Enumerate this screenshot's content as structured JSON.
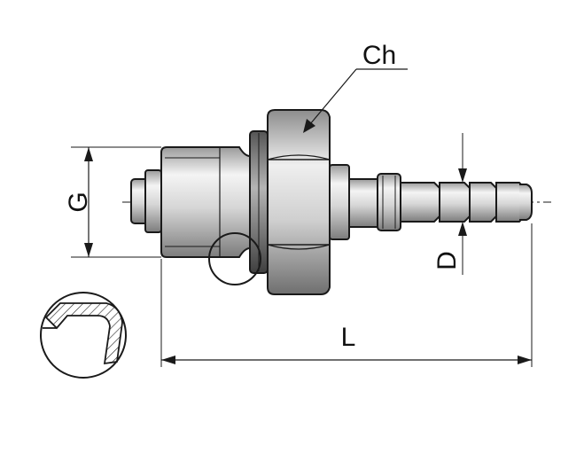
{
  "labels": {
    "ch": "Ch",
    "g": "G",
    "d": "D",
    "l": "L"
  },
  "colors": {
    "line": "#1a1a1a",
    "metal_light": "#f2f2f2",
    "metal_mid": "#c8c8c8",
    "metal_dark": "#8a8a8a",
    "background": "#ffffff"
  }
}
